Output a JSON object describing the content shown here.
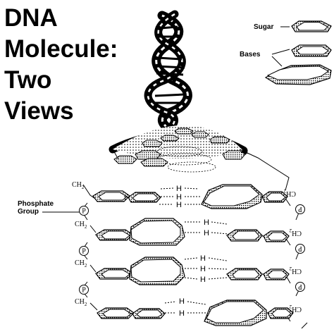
{
  "title": [
    "DNA",
    "Molecule:",
    "Two",
    "Views"
  ],
  "legend": {
    "sugar": "Sugar",
    "bases": "Bases"
  },
  "phosphate_group": "Phosphate\nGroup",
  "ch2": "CH",
  "ch2_sub": "2",
  "phosphate_symbol": "P",
  "hydrogen": "H"
}
